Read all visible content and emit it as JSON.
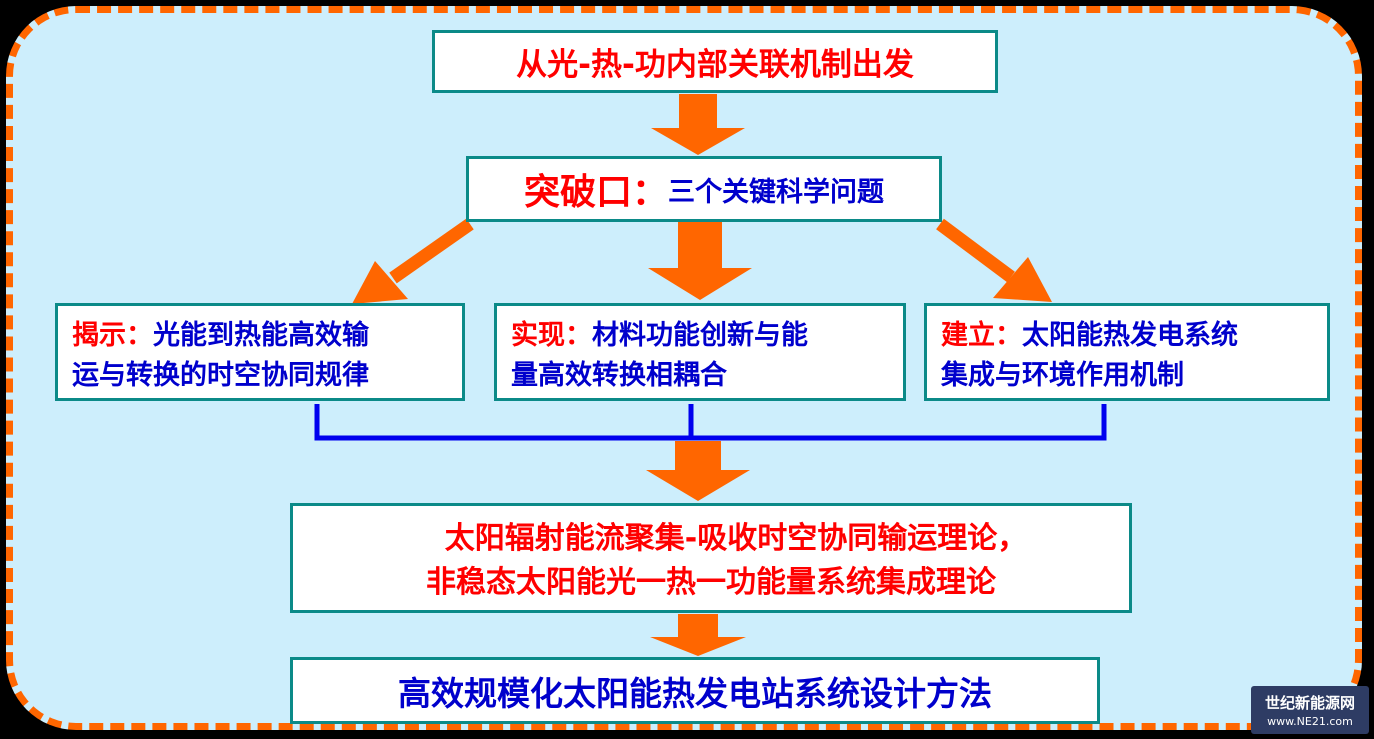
{
  "diagram": {
    "top": "从光-热-功内部关联机制出发",
    "breakthrough": {
      "key": "突破口：",
      "text": "三个关键科学问题"
    },
    "left": {
      "key": "揭示：",
      "text1": "光能到热能高效输",
      "text2": "运与转换的时空协同规律"
    },
    "center": {
      "key": "实现：",
      "text1": "材料功能创新与能",
      "text2": "量高效转换相耦合"
    },
    "right": {
      "key": "建立：",
      "text1": "太阳能热发电系统",
      "text2": "集成与环境作用机制"
    },
    "theory": {
      "line1": "太阳辐射能流聚集-吸收时空协同输运理论，",
      "line2": "非稳态太阳能光一热一功能量系统集成理论"
    },
    "bottom": "高效规模化太阳能热发电站系统设计方法"
  },
  "watermark": {
    "line1": "世纪新能源网",
    "line2": "www.NE21.com"
  },
  "colors": {
    "frame_border": "#ff6600",
    "frame_fill": "#cdeefc",
    "arrow": "#ff6600",
    "connector": "#0000ee",
    "box_border": "#0b8a88"
  }
}
